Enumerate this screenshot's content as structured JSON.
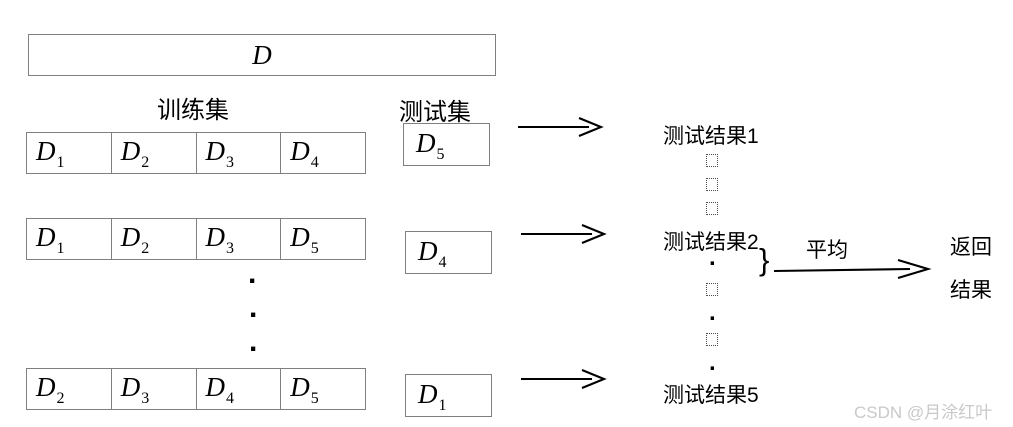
{
  "header": {
    "dataset_label": "D",
    "train_set_label": "训练集",
    "test_set_label": "测试集"
  },
  "fold_rows": [
    {
      "train_cells": [
        {
          "base": "D",
          "sub": "1"
        },
        {
          "base": "D",
          "sub": "2"
        },
        {
          "base": "D",
          "sub": "3"
        },
        {
          "base": "D",
          "sub": "4"
        }
      ],
      "test_cell": {
        "base": "D",
        "sub": "5"
      },
      "result_label": "测试结果1"
    },
    {
      "train_cells": [
        {
          "base": "D",
          "sub": "1"
        },
        {
          "base": "D",
          "sub": "2"
        },
        {
          "base": "D",
          "sub": "3"
        },
        {
          "base": "D",
          "sub": "5"
        }
      ],
      "test_cell": {
        "base": "D",
        "sub": "4"
      },
      "result_label": "测试结果2"
    },
    {
      "train_cells": [
        {
          "base": "D",
          "sub": "2"
        },
        {
          "base": "D",
          "sub": "3"
        },
        {
          "base": "D",
          "sub": "4"
        },
        {
          "base": "D",
          "sub": "5"
        }
      ],
      "test_cell": {
        "base": "D",
        "sub": "1"
      },
      "result_label": "测试结果5"
    }
  ],
  "ellipsis": {
    "dot": "."
  },
  "aggregate": {
    "brace": "}",
    "average_label": "平均",
    "return_result_line1": "返回",
    "return_result_line2": "结果"
  },
  "watermark": "CSDN @月涂红叶",
  "colors": {
    "box_border": "#7f7f7f",
    "text": "#000000",
    "watermark_text": "#c9c9c9"
  }
}
